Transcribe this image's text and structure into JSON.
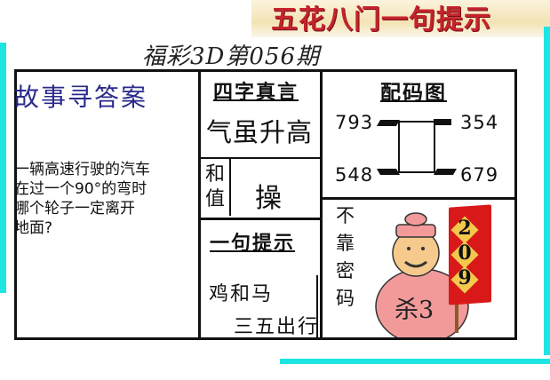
{
  "banner": {
    "text": "五花八门一句提示",
    "color": "#c4242c"
  },
  "header": {
    "title": "福彩3D第056期",
    "issue": "056"
  },
  "story": {
    "title": "故事寻答案",
    "lines": [
      "一辆高速行驶的汽车",
      "在过一个90°的弯时",
      "哪个轮子一定离开",
      "地面?"
    ]
  },
  "four_words": {
    "title": "四字真言",
    "words": "气虽升高",
    "vertical_left": [
      "和",
      "值"
    ],
    "center": "操"
  },
  "one_hint": {
    "title": "一句提示",
    "line1": "鸡和马",
    "line2": "三五出行"
  },
  "match_chart": {
    "title": "配码图",
    "top_left": "793",
    "top_right": "354",
    "bottom_left": "548",
    "bottom_right": "679"
  },
  "secret": {
    "vertical": [
      "不",
      "靠",
      "密",
      "码"
    ],
    "kill_label": "杀3",
    "flag_numbers": [
      "2",
      "0",
      "9"
    ]
  },
  "colors": {
    "border_cyan": "#1de5e3",
    "title_blue": "#2a2a8c",
    "flag_red": "#d91919",
    "diamond_yellow": "#f2c94c"
  }
}
